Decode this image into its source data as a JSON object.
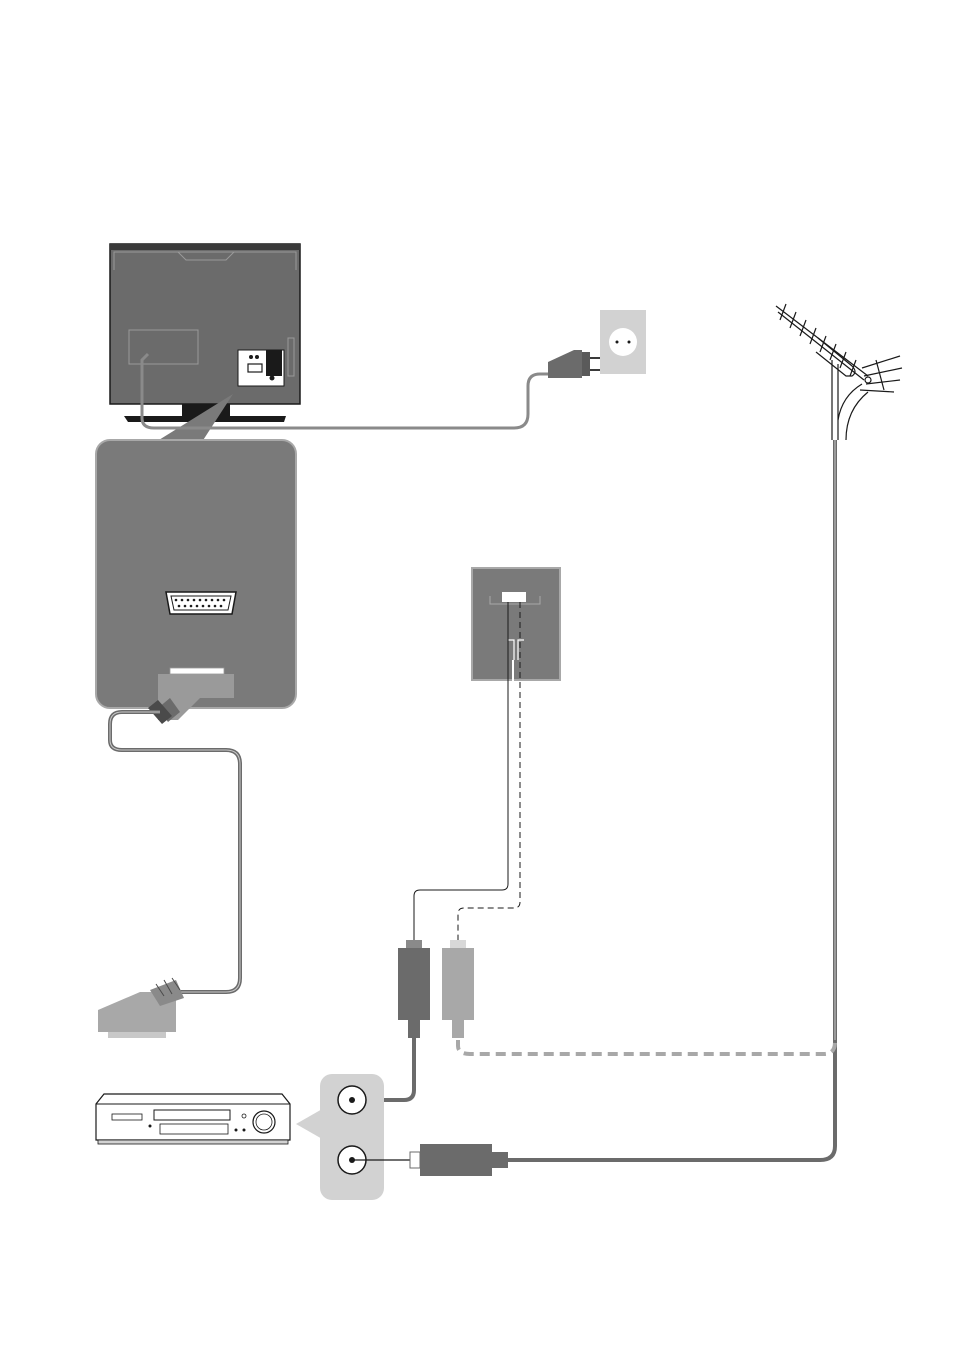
{
  "diagram": {
    "components": [
      {
        "id": "tv",
        "icon": "tv-rear-icon"
      },
      {
        "id": "tv-scart-panel",
        "icon": "scart-socket-icon"
      },
      {
        "id": "mains-plug",
        "icon": "power-plug-icon"
      },
      {
        "id": "wall-socket",
        "icon": "power-socket-icon"
      },
      {
        "id": "aerial",
        "icon": "antenna-icon"
      },
      {
        "id": "wall-aerial-outlet",
        "icon": "aerial-outlet-icon"
      },
      {
        "id": "rf-plug-pair",
        "icon": "coax-plug-icon"
      },
      {
        "id": "vcr",
        "icon": "vcr-icon"
      },
      {
        "id": "vcr-rf-panel",
        "icon": "rf-terminal-icon"
      },
      {
        "id": "scart-cable",
        "icon": "scart-plug-icon"
      }
    ],
    "colors": {
      "dark": "#6b6b6b",
      "panel": "#7a7a7a",
      "light": "#c8c8c8",
      "line": "#1a1a1a",
      "socket": "#d2d2d2"
    }
  }
}
